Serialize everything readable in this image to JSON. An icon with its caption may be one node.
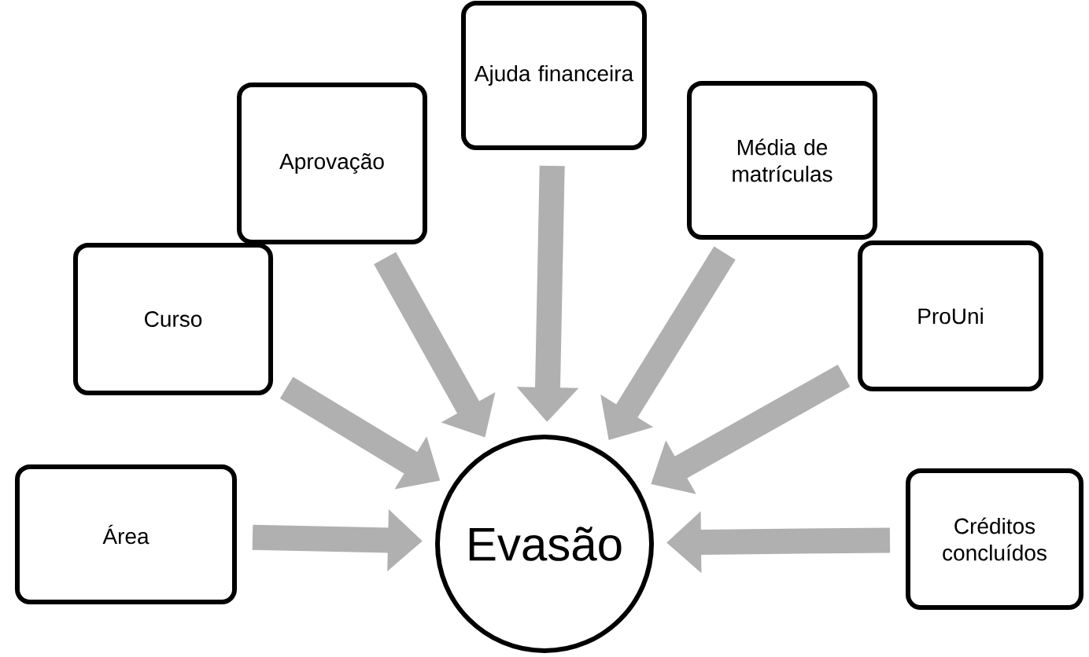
{
  "diagram": {
    "nodes": [
      {
        "text": [
          "Área"
        ]
      },
      {
        "text": [
          "Curso"
        ]
      },
      {
        "text": [
          "Aprovação"
        ]
      },
      {
        "text": [
          "Ajuda financeira"
        ]
      },
      {
        "text": [
          "Média de matrículas"
        ]
      },
      {
        "text": [
          "ProUni"
        ]
      },
      {
        "text": [
          "Créditos concluídos"
        ]
      },
      {
        "text": [
          "Evasão"
        ]
      }
    ],
    "edges": [
      {
        "from": 0,
        "to": 7,
        "arrow": "to"
      },
      {
        "from": 1,
        "to": 7,
        "arrow": "to"
      },
      {
        "from": 2,
        "to": 7,
        "arrow": "to"
      },
      {
        "from": 3,
        "to": 7,
        "arrow": "to"
      },
      {
        "from": 4,
        "to": 7,
        "arrow": "to"
      },
      {
        "from": 5,
        "to": 7,
        "arrow": "to"
      },
      {
        "from": 6,
        "to": 7,
        "arrow": "to"
      }
    ]
  }
}
